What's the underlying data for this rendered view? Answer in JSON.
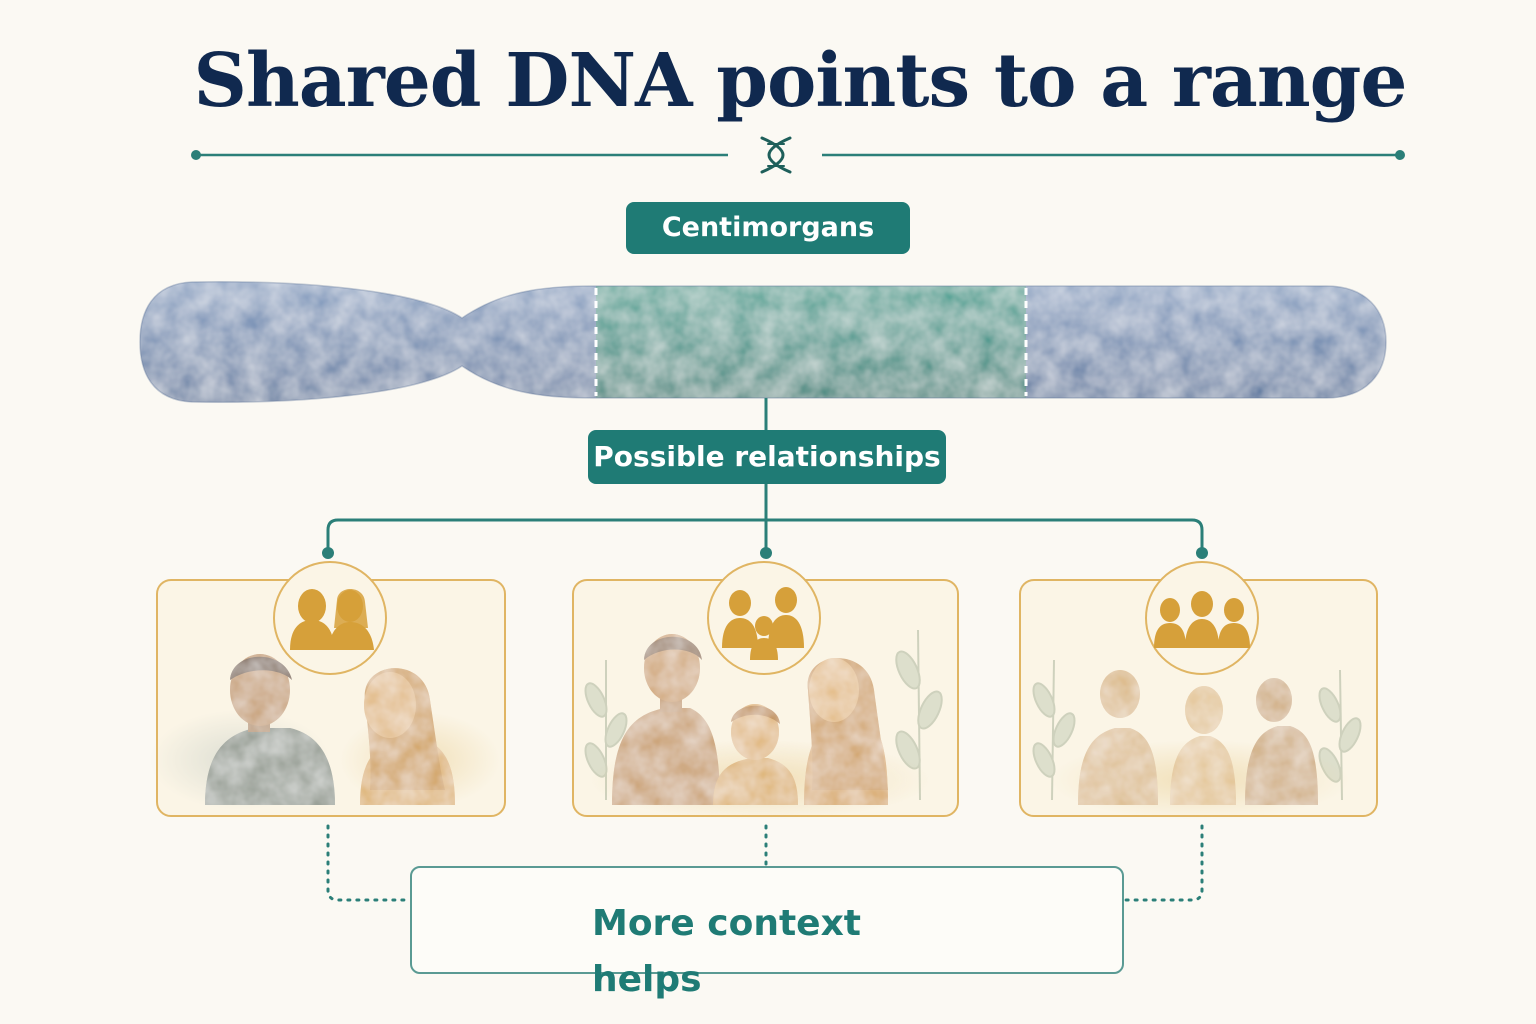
{
  "title": "Shared DNA points to a range",
  "labels": {
    "centimorgans": "Centimorgans",
    "possible_relationships": "Possible relationships",
    "more_context": "More context helps"
  },
  "relationships": [
    {
      "icon": "couple-icon"
    },
    {
      "icon": "family-icon"
    },
    {
      "icon": "group-icon"
    }
  ],
  "icons": {
    "divider": "dna-icon",
    "context": "magnifier-person-icon",
    "tree": "tree-icon"
  },
  "colors": {
    "title": "#10294f",
    "teal": "#1f7b75",
    "chromosome": "#6b86ad",
    "segment": "#2f9184",
    "gold": "#d6a03a",
    "card_border": "#e0b563",
    "background": "#fbf9f3"
  }
}
